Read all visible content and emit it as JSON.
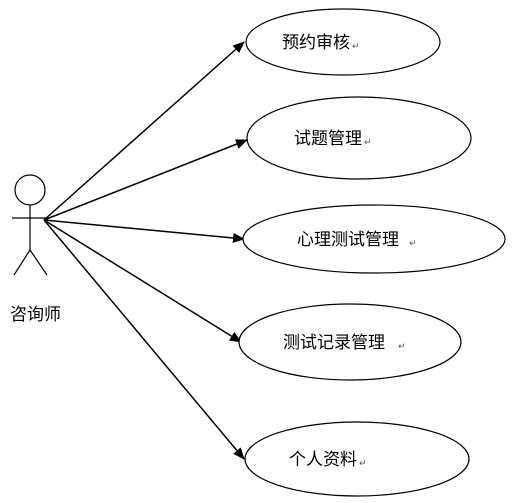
{
  "actor": {
    "label": "咨询师",
    "icon": "stick-figure-icon"
  },
  "use_cases": [
    {
      "id": "appointment-review",
      "label": "预约审核"
    },
    {
      "id": "question-management",
      "label": "试题管理"
    },
    {
      "id": "psych-test-management",
      "label": "心理测试管理"
    },
    {
      "id": "test-record-management",
      "label": "测试记录管理"
    },
    {
      "id": "personal-profile",
      "label": "个人资料"
    }
  ],
  "paragraph_mark": "↵"
}
